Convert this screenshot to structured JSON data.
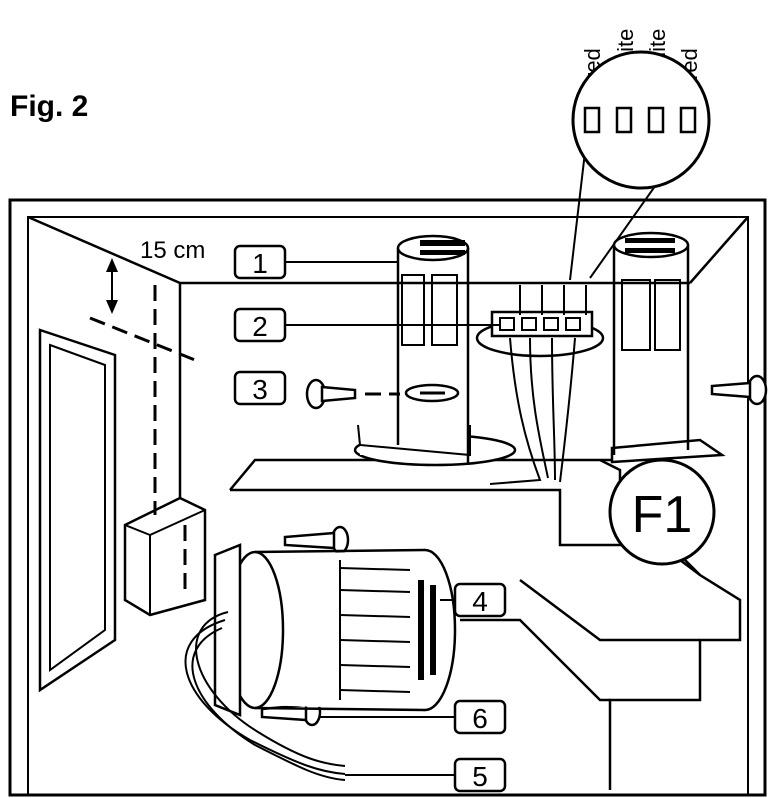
{
  "figure": {
    "title": "Fig. 2",
    "dimension": "15 cm",
    "wire_colors": [
      "red",
      "white",
      "white",
      "red"
    ],
    "circle_label": "F1",
    "callouts": [
      "1",
      "2",
      "3",
      "4",
      "5",
      "6"
    ]
  }
}
